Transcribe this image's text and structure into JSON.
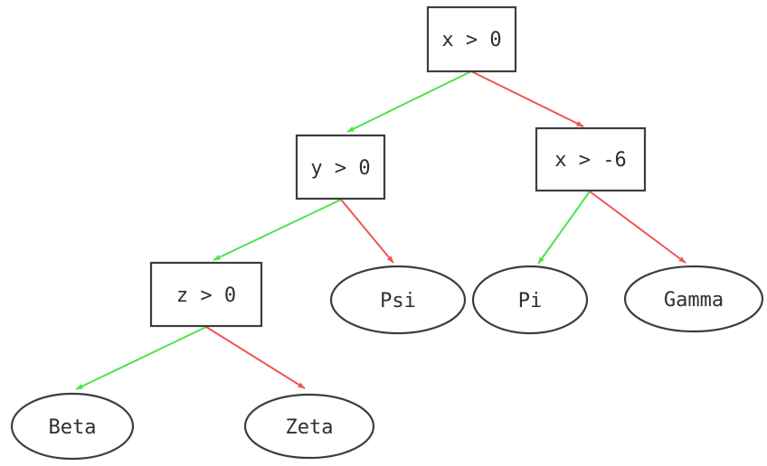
{
  "diagram": {
    "type": "decision-tree",
    "colors": {
      "true_edge": "#4ce44c",
      "false_edge": "#f15454",
      "node_border": "#3d3d3d",
      "label_text": "#2e2e2e",
      "background": "#ffffff"
    },
    "nodes": {
      "root": {
        "label": "x > 0",
        "shape": "rect",
        "kind": "condition"
      },
      "y0": {
        "label": "y > 0",
        "shape": "rect",
        "kind": "condition"
      },
      "xm6": {
        "label": "x > -6",
        "shape": "rect",
        "kind": "condition"
      },
      "z0": {
        "label": "z > 0",
        "shape": "rect",
        "kind": "condition"
      },
      "psi": {
        "label": "Psi",
        "shape": "ellipse",
        "kind": "leaf"
      },
      "pi": {
        "label": "Pi",
        "shape": "ellipse",
        "kind": "leaf"
      },
      "gamma": {
        "label": "Gamma",
        "shape": "ellipse",
        "kind": "leaf"
      },
      "beta": {
        "label": "Beta",
        "shape": "ellipse",
        "kind": "leaf"
      },
      "zeta": {
        "label": "Zeta",
        "shape": "ellipse",
        "kind": "leaf"
      }
    },
    "edges": [
      {
        "from": "x > 0",
        "to": "y > 0",
        "branch": "true",
        "color": "green"
      },
      {
        "from": "x > 0",
        "to": "x > -6",
        "branch": "false",
        "color": "red"
      },
      {
        "from": "y > 0",
        "to": "z > 0",
        "branch": "true",
        "color": "green"
      },
      {
        "from": "y > 0",
        "to": "Psi",
        "branch": "false",
        "color": "red"
      },
      {
        "from": "x > -6",
        "to": "Pi",
        "branch": "true",
        "color": "green"
      },
      {
        "from": "x > -6",
        "to": "Gamma",
        "branch": "false",
        "color": "red"
      },
      {
        "from": "z > 0",
        "to": "Beta",
        "branch": "true",
        "color": "green"
      },
      {
        "from": "z > 0",
        "to": "Zeta",
        "branch": "false",
        "color": "red"
      }
    ]
  }
}
